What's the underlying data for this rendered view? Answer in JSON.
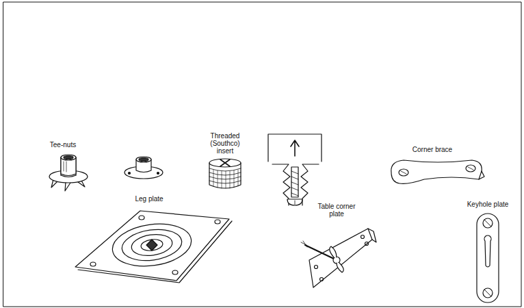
{
  "diagram": {
    "labels": [
      "Tee-nuts",
      "Threaded (Southco) insert",
      "Corner brace",
      "Leg plate",
      "Table corner plate",
      "Keyhole plate"
    ]
  }
}
